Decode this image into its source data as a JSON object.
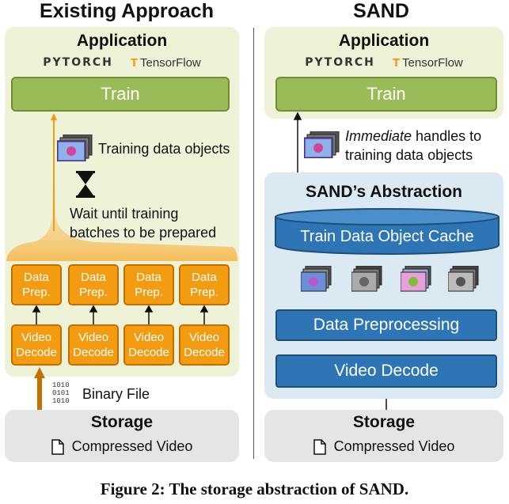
{
  "left": {
    "heading": "Existing Approach",
    "app_title": "Application",
    "pytorch_label": "PYTORCH",
    "tensorflow_label": "TensorFlow",
    "train_label": "Train",
    "objects_label": "Training data objects",
    "wait_label_1": "Wait until training",
    "wait_label_2": "batches to be prepared",
    "prep_label_1": "Data",
    "prep_label_2": "Prep.",
    "decode_label_1": "Video",
    "decode_label_2": "Decode",
    "binary_digits": [
      "1010",
      "0101",
      "1010"
    ],
    "binary_label": "Binary File",
    "storage_title": "Storage",
    "storage_sub": "Compressed Video"
  },
  "right": {
    "heading": "SAND",
    "app_title": "Application",
    "pytorch_label": "PYTORCH",
    "tensorflow_label": "TensorFlow",
    "train_label": "Train",
    "handles_italic": "Immediate",
    "handles_rest_1": " handles to",
    "handles_rest_2": "training data objects",
    "abstraction_title": "SAND’s Abstraction",
    "cache_label": "Train Data Object Cache",
    "preprocess_label": "Data Preprocessing",
    "decode_label": "Video Decode",
    "storage_title": "Storage",
    "storage_sub": "Compressed Video"
  },
  "caption": "Figure 2: The storage abstraction of SAND.",
  "colors": {
    "app_panel": "#eef3d8",
    "train": "#9bbb59",
    "orange": "#f39c12",
    "blue": "#2e75b6",
    "abstraction_panel": "#dbe9f3",
    "storage": "#e5e5e5"
  }
}
